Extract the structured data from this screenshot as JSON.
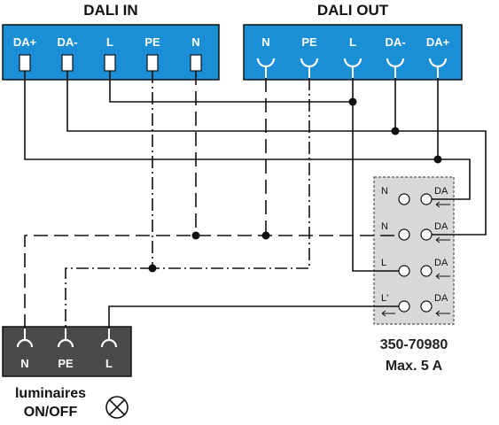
{
  "dali_in": {
    "title": "DALI IN",
    "terminals": [
      "DA+",
      "DA-",
      "L",
      "PE",
      "N"
    ]
  },
  "dali_out": {
    "title": "DALI OUT",
    "terminals": [
      "N",
      "PE",
      "L",
      "DA-",
      "DA+"
    ]
  },
  "luminaire_block": {
    "terminals": [
      "N",
      "PE",
      "L"
    ],
    "label_line1": "luminaires",
    "label_line2": "ON/OFF",
    "lamp_icon": "lamp-cross-icon"
  },
  "module": {
    "left_labels": [
      "N",
      "N",
      "L",
      "L'"
    ],
    "right_labels": [
      "DA",
      "DA",
      "DA",
      "DA"
    ],
    "part_number": "350-70980",
    "rating": "Max. 5 A"
  },
  "colors": {
    "terminal_blue": "#1a8fd6",
    "luminaire_gray": "#4a4a4a",
    "module_gray": "#d8d8d8",
    "wire": "#111111"
  }
}
